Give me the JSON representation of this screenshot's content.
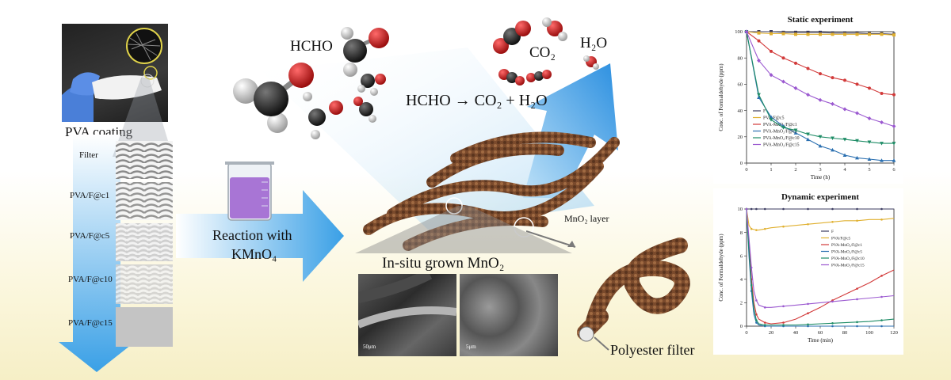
{
  "coating": {
    "title": "PVA coating",
    "samples": [
      "Filter",
      "PVA/F@c1",
      "PVA/F@c5",
      "PVA/F@c10",
      "PVA/F@c15"
    ]
  },
  "reaction": {
    "line1": "Reaction with",
    "line2": "KMnO₄"
  },
  "molecules": {
    "hcho": "HCHO",
    "co2": "CO₂",
    "h2o": "H₂O",
    "equation": "HCHO → CO₂ + H₂O"
  },
  "fiber": {
    "mno2_layer": "MnO₂ layer",
    "insitu": "In-situ grown MnO₂",
    "polyester": "Polyester filter",
    "sem_scale_left": "50μm",
    "sem_scale_right": "5μm"
  },
  "colors": {
    "arrow_blue": "#3aa0e6",
    "fiber_brown": "#7a4a2c"
  },
  "chart_data": [
    {
      "type": "line",
      "title": "Static experiment",
      "xlabel": "Time (h)",
      "ylabel": "Conc. of Formaldehyde (ppm)",
      "xlim": [
        0,
        6
      ],
      "ylim": [
        0,
        100
      ],
      "xticks": [
        0,
        1,
        2,
        3,
        4,
        5,
        6
      ],
      "yticks": [
        0,
        20,
        40,
        60,
        80,
        100
      ],
      "x": [
        0,
        0.5,
        1,
        1.5,
        2,
        2.5,
        3,
        3.5,
        4,
        4.5,
        5,
        5.5,
        6
      ],
      "legend_position": "bottom-left",
      "series": [
        {
          "name": "F",
          "color": "#3b3b60",
          "marker": "square",
          "values": [
            100,
            100,
            100,
            99.5,
            99.5,
            99.5,
            99.5,
            99,
            99,
            99,
            98.5,
            98.5,
            98
          ]
        },
        {
          "name": "PVA/F@c5",
          "color": "#e0b030",
          "marker": "square",
          "values": [
            100,
            99,
            98.5,
            98.5,
            98,
            98,
            98,
            98,
            98,
            98,
            98,
            98,
            97.5
          ]
        },
        {
          "name": "PVA-MnO₂/F@c1",
          "color": "#d23a3a",
          "marker": "circle",
          "values": [
            100,
            93,
            85,
            80,
            76,
            72,
            68,
            65,
            63,
            60,
            57,
            53,
            52
          ]
        },
        {
          "name": "PVA-MnO₂/F@c5",
          "color": "#2a6fb0",
          "marker": "triangle",
          "values": [
            100,
            50,
            35,
            28,
            23,
            18,
            13,
            10,
            6,
            4,
            3,
            2,
            2
          ]
        },
        {
          "name": "PVA-MnO₂/F@c10",
          "color": "#1e8c66",
          "marker": "triangle-down",
          "values": [
            100,
            52,
            33,
            27,
            25,
            22,
            20,
            19,
            18,
            17,
            16,
            15,
            15
          ]
        },
        {
          "name": "PVA-MnO₂/F@c15",
          "color": "#9b59d0",
          "marker": "diamond",
          "values": [
            100,
            78,
            67,
            62,
            57,
            52,
            48,
            45,
            41,
            38,
            34,
            31,
            28
          ]
        }
      ]
    },
    {
      "type": "line",
      "title": "Dynamic experiment",
      "xlabel": "Time (min)",
      "ylabel": "Conc. of Formaldehyde (ppm)",
      "xlim": [
        0,
        120
      ],
      "ylim": [
        0,
        10
      ],
      "xticks": [
        0,
        20,
        40,
        60,
        80,
        100,
        120
      ],
      "yticks": [
        0,
        2,
        4,
        6,
        8,
        10
      ],
      "x": [
        0,
        2,
        4,
        6,
        8,
        10,
        15,
        20,
        30,
        40,
        50,
        60,
        70,
        80,
        90,
        100,
        110,
        120
      ],
      "legend_position": "top-right",
      "series": [
        {
          "name": "F",
          "color": "#3b3b60",
          "values": [
            10,
            10,
            10,
            10,
            10,
            10,
            10,
            10,
            10,
            10,
            10,
            10,
            10,
            10,
            10,
            10,
            10,
            10
          ]
        },
        {
          "name": "PVA/F@c5",
          "color": "#e0b030",
          "values": [
            10,
            8.6,
            8.3,
            8.25,
            8.2,
            8.2,
            8.3,
            8.4,
            8.5,
            8.6,
            8.7,
            8.8,
            8.9,
            9.0,
            9.0,
            9.1,
            9.1,
            9.2
          ]
        },
        {
          "name": "PVA-MnO₂/F@c1",
          "color": "#d23a3a",
          "values": [
            10,
            7,
            4,
            2,
            1,
            0.6,
            0.3,
            0.2,
            0.3,
            0.6,
            1.1,
            1.6,
            2.2,
            2.7,
            3.2,
            3.7,
            4.3,
            4.8
          ]
        },
        {
          "name": "PVA-MnO₂/F@c5",
          "color": "#2a6fb0",
          "values": [
            10,
            6,
            3,
            1,
            0.3,
            0.1,
            0,
            0,
            0,
            0,
            0,
            0,
            0,
            0,
            0,
            0,
            0,
            0
          ]
        },
        {
          "name": "PVA-MnO₂/F@c10",
          "color": "#1e8c66",
          "values": [
            10,
            6.5,
            3.5,
            1.5,
            0.5,
            0.2,
            0.1,
            0.1,
            0.1,
            0.1,
            0.15,
            0.2,
            0.25,
            0.3,
            0.35,
            0.4,
            0.5,
            0.6
          ]
        },
        {
          "name": "PVA-MnO₂/F@c15",
          "color": "#9b59d0",
          "values": [
            10,
            7.5,
            5,
            3,
            2.2,
            1.8,
            1.6,
            1.6,
            1.7,
            1.8,
            1.9,
            2.0,
            2.1,
            2.2,
            2.3,
            2.4,
            2.5,
            2.6
          ]
        }
      ]
    }
  ]
}
